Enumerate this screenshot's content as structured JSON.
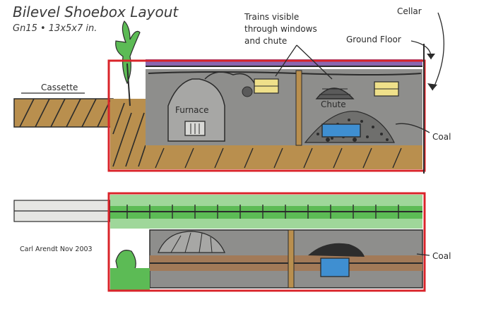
{
  "title": "Bilevel Shoebox Layout",
  "subtitle": "Gn15 • 13x5x7 in.",
  "labels": {
    "trains_visible": [
      "Trains visible",
      "through windows",
      "and chute"
    ],
    "cellar": "Cellar",
    "ground_floor": "Ground Floor",
    "cassette": "Cassette",
    "furnace": "Furnace",
    "chute": "Chute",
    "coal_top": "Coal",
    "coal_bottom": "Coal",
    "credit": "Carl Arendt  Nov 2003"
  },
  "colors": {
    "frame_red": "#d9242a",
    "soil_tan": "#b98f4e",
    "cellar_gray": "#8e8e8c",
    "furnace_gray": "#a7a7a5",
    "grass_green": "#5cbb55",
    "light_green": "#9fd79a",
    "purple_roof": "#8a67b0",
    "window_yellow": "#efe08a",
    "coal_car_blue": "#3f8fd1",
    "coal_black": "#2d2d2d",
    "ink": "#2b2b2b"
  }
}
